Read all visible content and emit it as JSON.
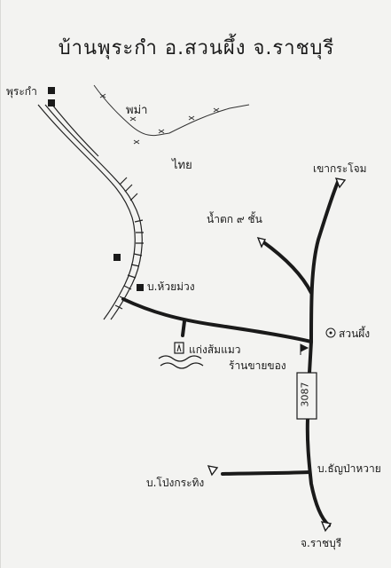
{
  "title": "บ้านพุระกำ อ.สวนผึ้ง จ.ราชบุรี",
  "countries": {
    "myanmar": "พม่า",
    "thailand": "ไทย"
  },
  "places": {
    "phu_rakam": "พุระกำ",
    "khao_krachom": "เขากระโจม",
    "namtok_9_chan": "น้ำตก ๙ ชั้น",
    "ban_huai_muang": "บ.ห้วยม่วง",
    "suan_phueng": "สวนผึ้ง",
    "kaeng_som_maeo": "แก่งส้มแมว",
    "ran_khai_khong": "ร้านขายของ",
    "ban_tha_yang_wai": "บ.ธัญป่าหวาย",
    "ban_pong_krathing": "บ.โป่งกระทิง",
    "ratchaburi": "จ.ราชบุรี"
  },
  "road_number": "3087",
  "icons": {
    "village": "village-square-icon",
    "waterfall": "waterfall-triangle-icon",
    "district": "district-circle-icon",
    "shop": "shop-flag-icon",
    "rapids": "rapids-icon"
  }
}
